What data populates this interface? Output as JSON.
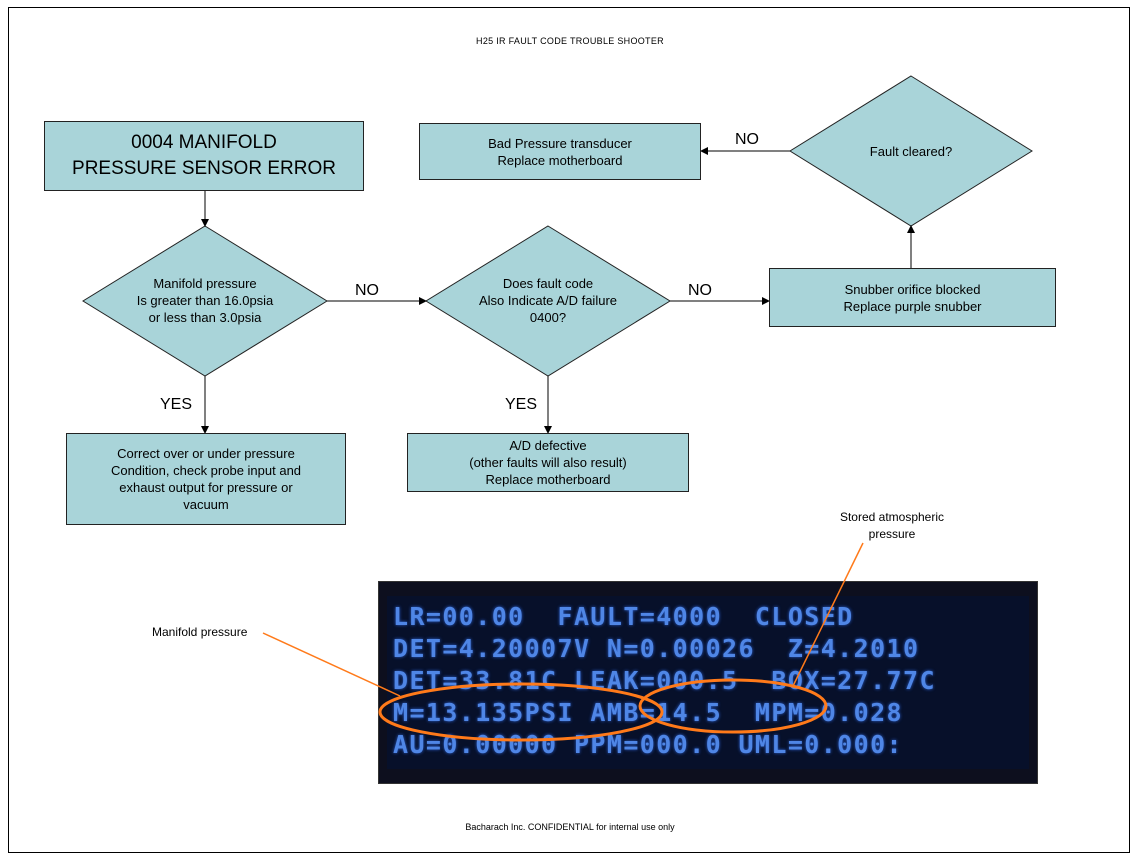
{
  "title": "H25 IR FAULT CODE TROUBLE SHOOTER",
  "footer": "Bacharach Inc. CONFIDENTIAL for internal use only",
  "colors": {
    "box_fill": "#a9d4d9",
    "lcd_text": "#4f86e6",
    "annotation": "#ff7a1a"
  },
  "nodes": {
    "start": "0004 MANIFOLD\nPRESSURE SENSOR ERROR",
    "decision1": "Manifold pressure\nIs greater than 16.0psia\nor less than 3.0psia",
    "decision2": "Does fault code\nAlso Indicate A/D failure\n0400?",
    "decision3": "Fault cleared?",
    "correct_pressure": "Correct over or under pressure\nCondition, check probe input and\nexhaust output for pressure or\nvacuum",
    "ad_defective": "A/D defective\n(other faults will also result)\nReplace motherboard",
    "snubber": "Snubber orifice blocked\nReplace purple snubber",
    "bad_transducer": "Bad Pressure transducer\nReplace motherboard"
  },
  "edges": {
    "d1_no": "NO",
    "d1_yes": "YES",
    "d2_no": "NO",
    "d2_yes": "YES",
    "d3_no": "NO"
  },
  "annotations": {
    "manifold_pressure": "Manifold pressure",
    "stored_atmospheric": "Stored atmospheric\npressure"
  },
  "lcd_lines": [
    "LR=00.00  FAULT=4000  CLOSED",
    "DET=4.20007V N=0.00026  Z=4.2010",
    "DET=33.81C LEAK=000.5  BOX=27.77C",
    "M=13.135PSI AMB=14.5  MPM=0.028",
    "AU=0.00000 PPM=000.0 UML=0.000:"
  ]
}
